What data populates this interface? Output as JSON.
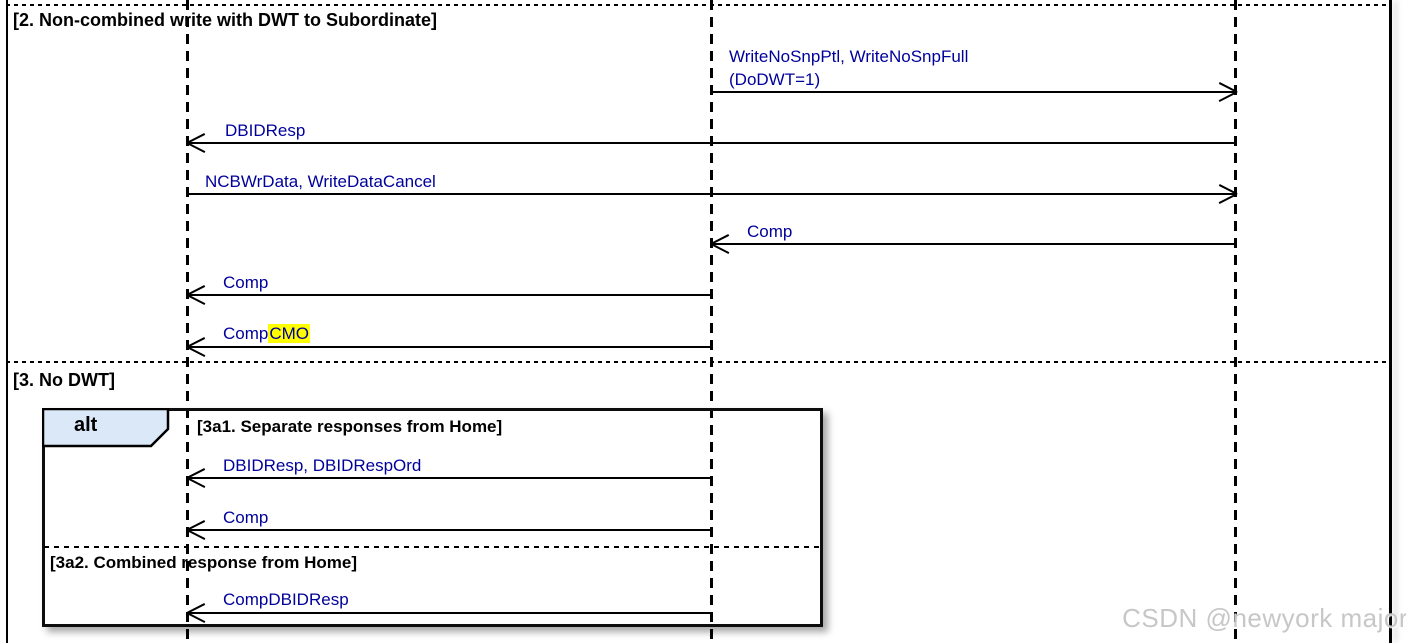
{
  "colors": {
    "message_text": "#00009b",
    "highlight_bg": "#ffff00",
    "alt_tab_fill": "#dbe8f7",
    "line_color": "#000000"
  },
  "section2": {
    "title": "[2. Non-combined write with DWT to Subordinate]",
    "messages": {
      "write_no_snp": {
        "line1": "WriteNoSnpPtl, WriteNoSnpFull",
        "line2": "(DoDWT=1)"
      },
      "dbid_resp": "DBIDResp",
      "ncb_wr_data": "NCBWrData, WriteDataCancel",
      "comp_from_subordinate": "Comp",
      "comp_to_requester": "Comp",
      "comp_cmo_prefix": "Comp",
      "comp_cmo_highlight": "CMO"
    }
  },
  "section3": {
    "title": "[3. No DWT]",
    "alt": {
      "operator": "alt",
      "branch1": {
        "title": "[3a1. Separate responses from Home]",
        "msg1": "DBIDResp, DBIDRespOrd",
        "msg2": "Comp"
      },
      "branch2": {
        "title": "[3a2. Combined response from Home]",
        "msg1": "CompDBIDResp"
      }
    }
  },
  "watermark": "CSDN @newyork major"
}
